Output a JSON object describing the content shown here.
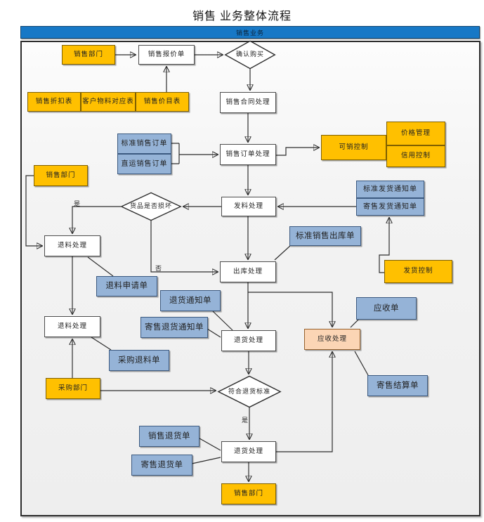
{
  "title": "销售 业务整体流程",
  "header": {
    "label": "销售业务"
  },
  "colors": {
    "header_bar": "#1778C6",
    "department_orange": "#FFC000",
    "document_blue": "#95B3D7",
    "receivable_peach": "#FBD5B5",
    "process_white": "#FFFFFF",
    "connector_line": "#2E2E2E"
  },
  "nodes": {
    "dept_sales_top": {
      "label": "销售部门"
    },
    "sales_quote": {
      "label": "销售报价单"
    },
    "confirm_purchase": {
      "label": "确认购买"
    },
    "discount_table": {
      "label": "销售折扣表"
    },
    "customer_material_table": {
      "label": "客户物料对应表"
    },
    "price_list": {
      "label": "销售价目表"
    },
    "contract_proc": {
      "label": "销售合同处理"
    },
    "std_sales_order": {
      "label": "标准销售订单"
    },
    "drop_ship_order": {
      "label": "直运销售订单"
    },
    "sales_order_proc": {
      "label": "销售订单处理"
    },
    "sellable_control": {
      "label": "可销控制"
    },
    "price_mgmt": {
      "label": "价格管理"
    },
    "credit_control": {
      "label": "信用控制"
    },
    "std_delivery_notice": {
      "label": "标准发货通知单"
    },
    "consign_delivery_notice": {
      "label": "寄售发货通知单"
    },
    "dept_sales_left": {
      "label": "销售部门"
    },
    "goods_damaged": {
      "label": "货品是否损坏"
    },
    "material_issue_proc": {
      "label": "发料处理"
    },
    "std_sales_outbound": {
      "label": "标准销售出库单"
    },
    "outbound_proc": {
      "label": "出库处理"
    },
    "delivery_control": {
      "label": "发货控制"
    },
    "material_return_proc1": {
      "label": "退料处理"
    },
    "material_return_request": {
      "label": "退料申请单"
    },
    "return_notice": {
      "label": "退货通知单"
    },
    "consign_return_notice": {
      "label": "寄售退货通知单"
    },
    "material_return_proc2": {
      "label": "退料处理"
    },
    "purchase_return_form": {
      "label": "采购退料单"
    },
    "dept_purchase": {
      "label": "采购部门"
    },
    "goods_return_proc": {
      "label": "退货处理"
    },
    "receivable_proc": {
      "label": "应收处理"
    },
    "receivable_doc": {
      "label": "应收单"
    },
    "consign_settlement": {
      "label": "寄售结算单"
    },
    "meets_return_standard": {
      "label": "符合退货标准"
    },
    "sales_return_order": {
      "label": "销售退货单"
    },
    "consign_return_order": {
      "label": "寄售退货单"
    },
    "goods_return_proc_bottom": {
      "label": "退货处理"
    },
    "dept_sales_bottom": {
      "label": "销售部门"
    }
  },
  "edge_labels": {
    "damaged_yes": "是",
    "damaged_no": "否",
    "return_yes": "是"
  }
}
